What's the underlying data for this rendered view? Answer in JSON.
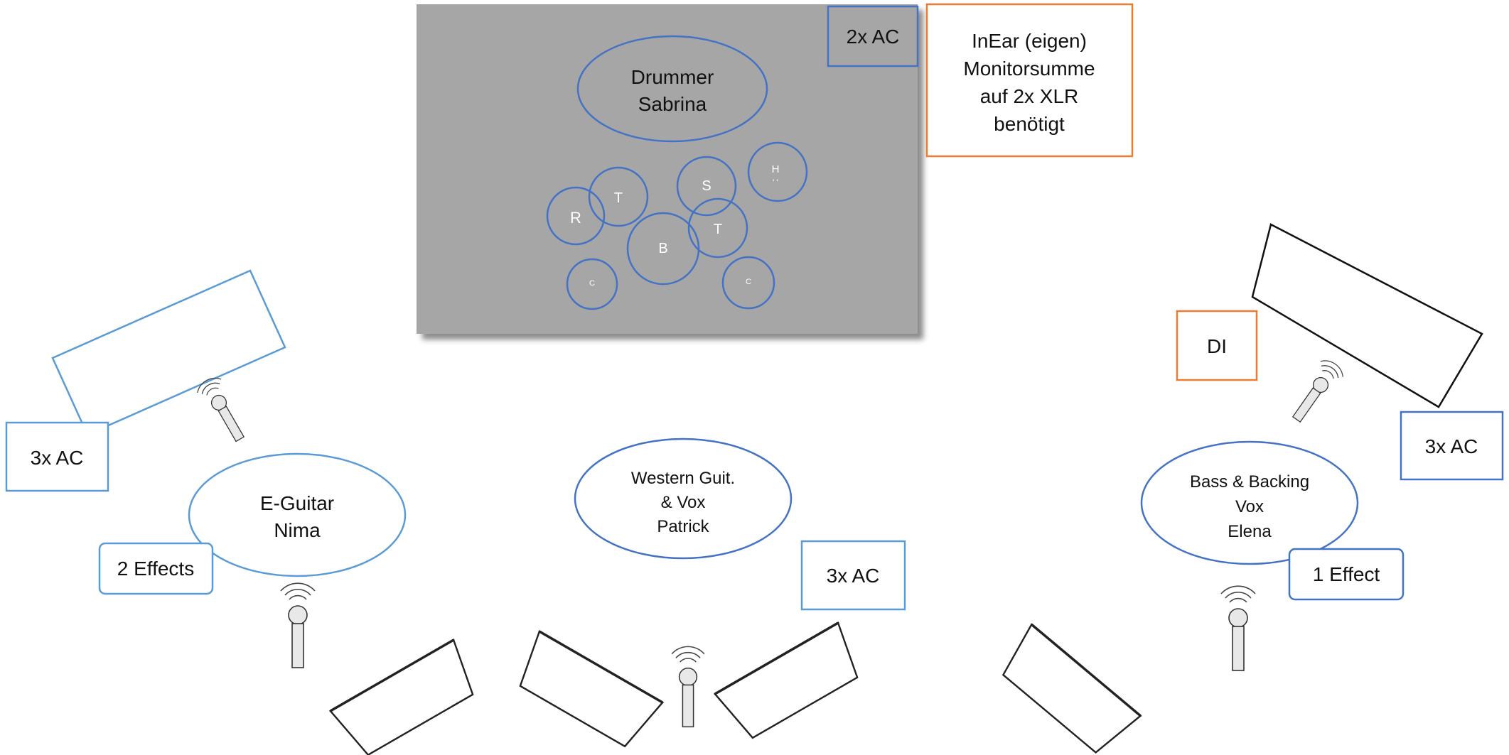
{
  "drum_area": {
    "riser_label": "Drummer",
    "riser_name": "Sabrina",
    "kit": {
      "ride": "R",
      "tom1": "T",
      "snare": "S",
      "hihat": "H",
      "bass": "B",
      "tom2": "T",
      "crash1": "C",
      "crash2": "C"
    },
    "power": "2x AC"
  },
  "inear_note": {
    "line1": "InEar (eigen)",
    "line2": "Monitorsumme",
    "line3": "auf 2x XLR",
    "line4": "benötigt"
  },
  "guitar_left": {
    "role": "E-Guitar",
    "name": "Nima",
    "power": "3x AC",
    "effects": "2 Effects"
  },
  "center": {
    "role1": "Western Guit.",
    "role2": "& Vox",
    "name": "Patrick",
    "power": "3x AC"
  },
  "bass_right": {
    "role1": "Bass & Backing",
    "role2": "Vox",
    "name": "Elena",
    "power": "3x AC",
    "effects": "1 Effect",
    "di": "DI"
  },
  "colors": {
    "blue": "#4472C4",
    "light_blue": "#5B9BD5",
    "orange": "#ED7D31",
    "riser_gray": "#a6a6a6"
  }
}
